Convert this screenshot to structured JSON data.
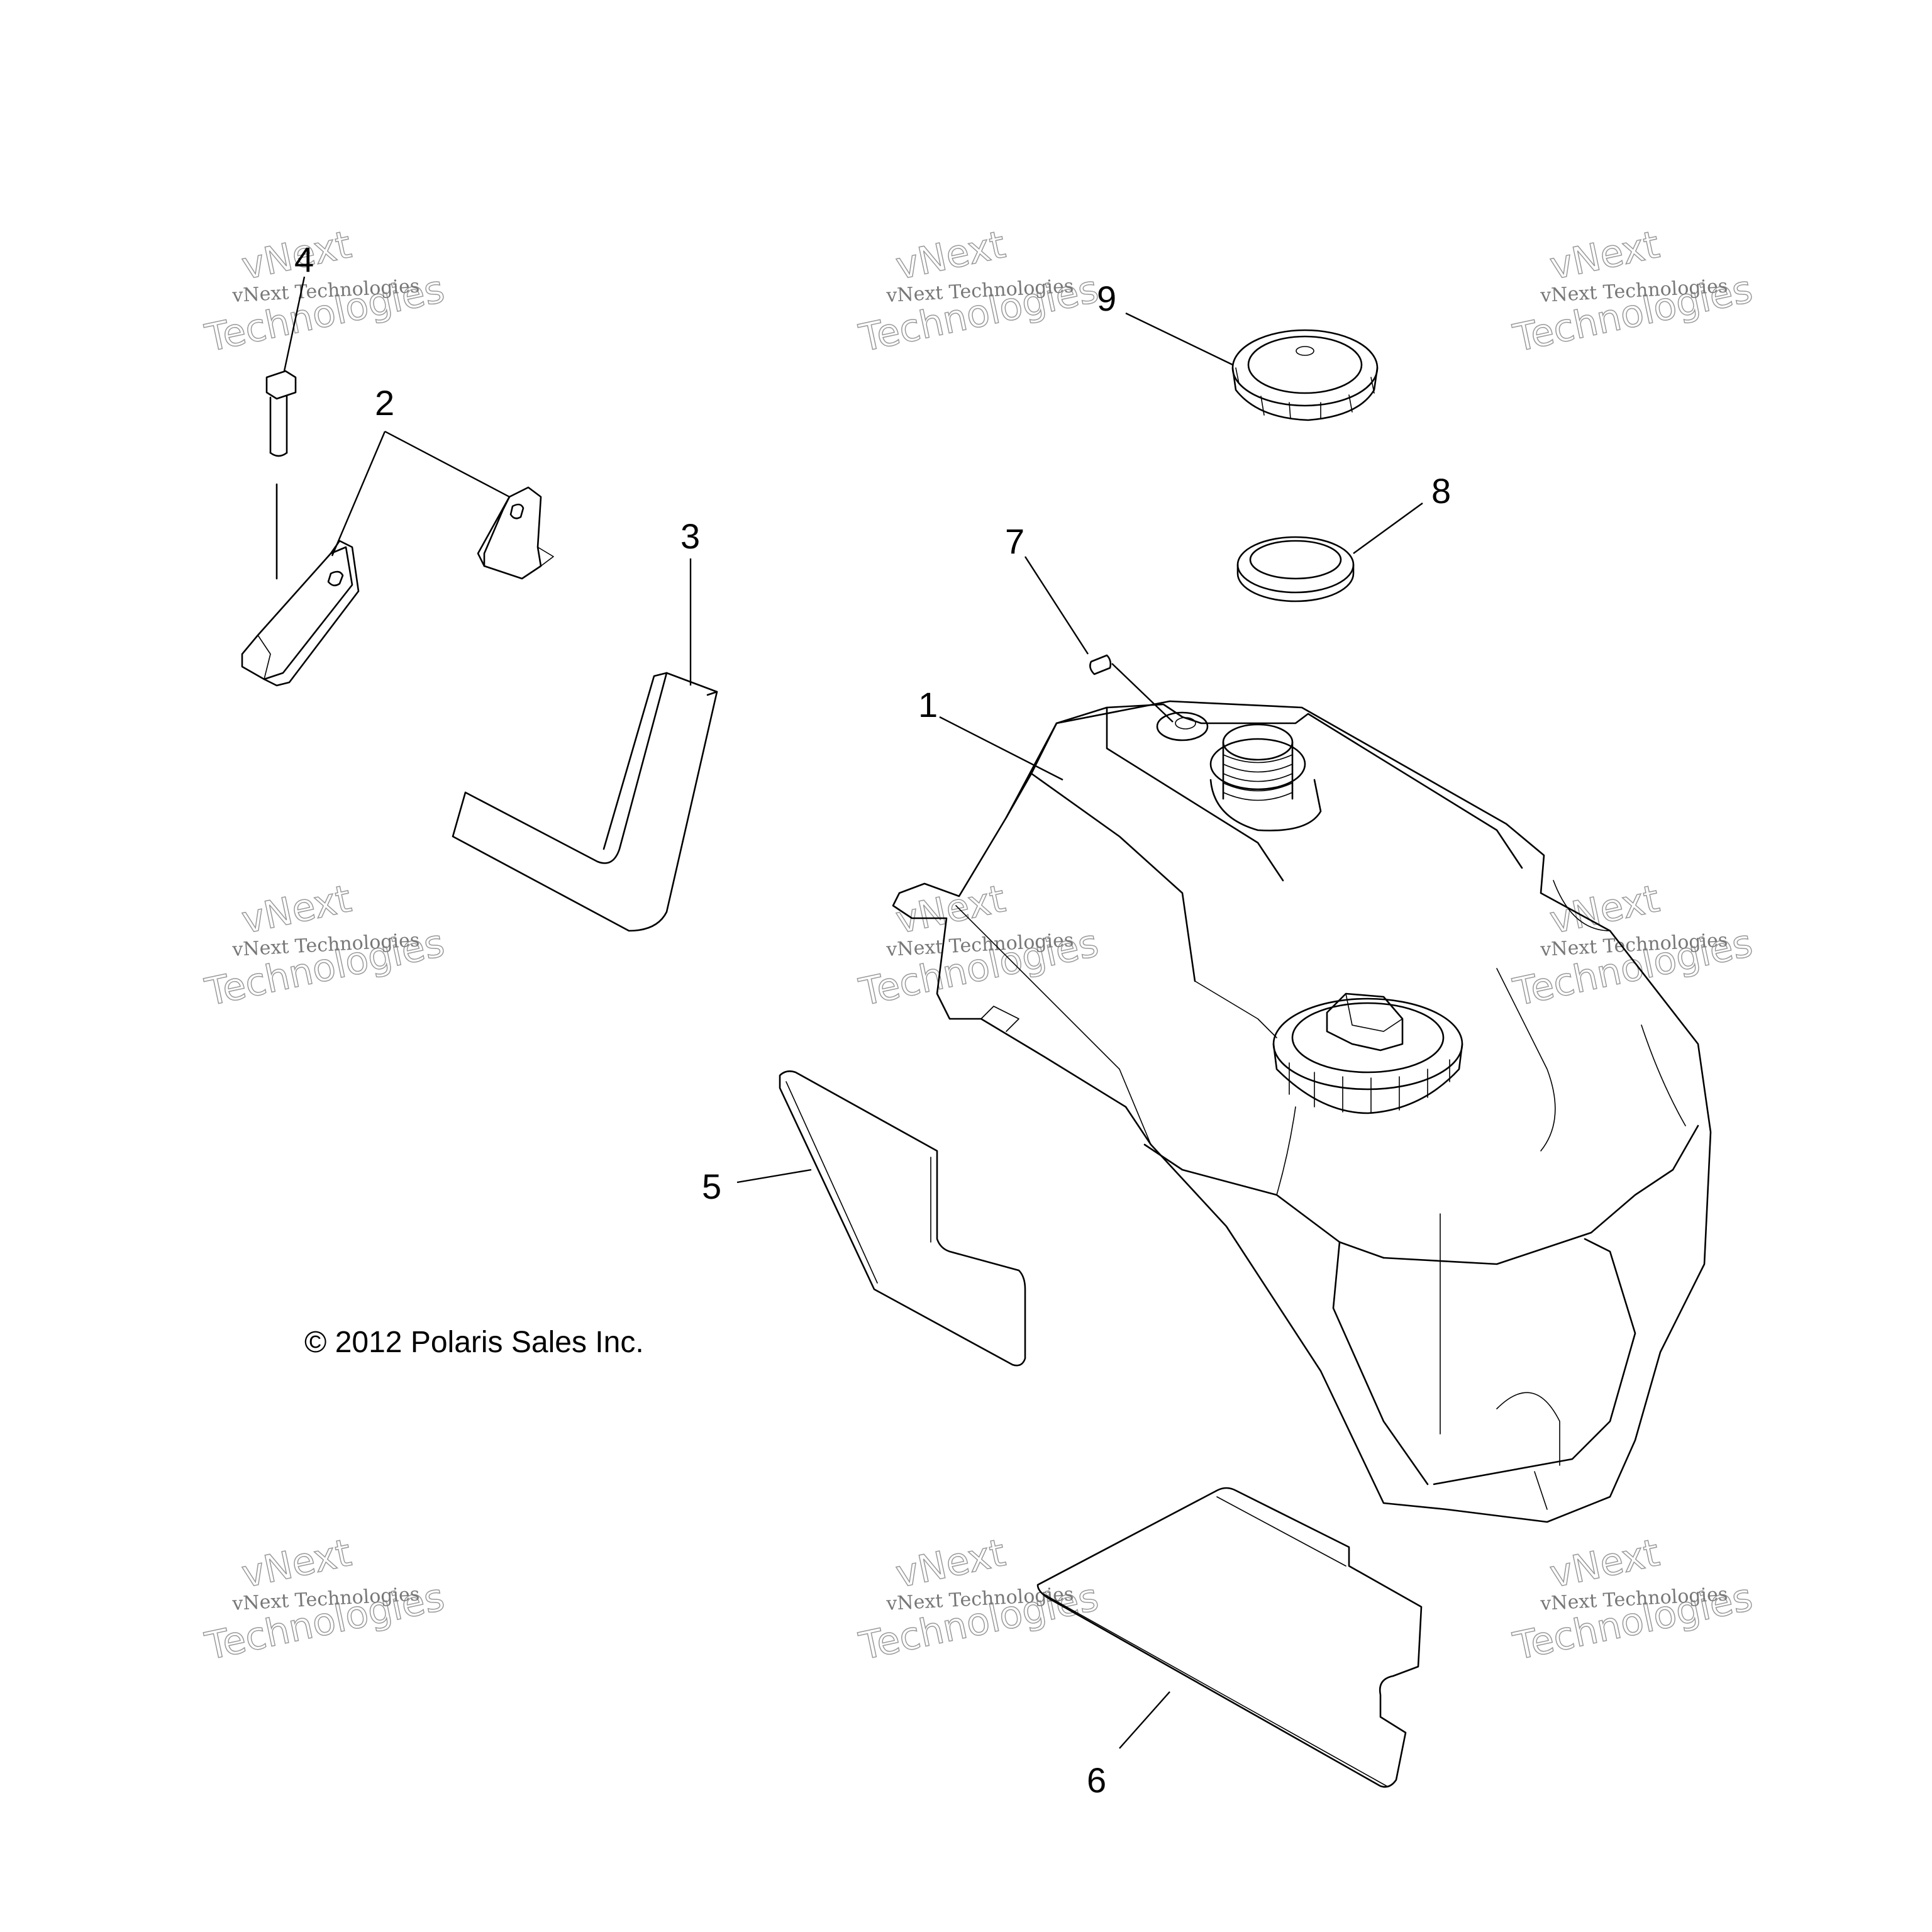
{
  "callouts": {
    "c1": "1",
    "c2": "2",
    "c3": "3",
    "c4": "4",
    "c5": "5",
    "c6": "6",
    "c7": "7",
    "c8": "8",
    "c9": "9"
  },
  "copyright": "© 2012 Polaris Sales Inc.",
  "watermark": {
    "line1": "vNext Technologies",
    "line2": "Technologies",
    "line3": "vNext"
  }
}
